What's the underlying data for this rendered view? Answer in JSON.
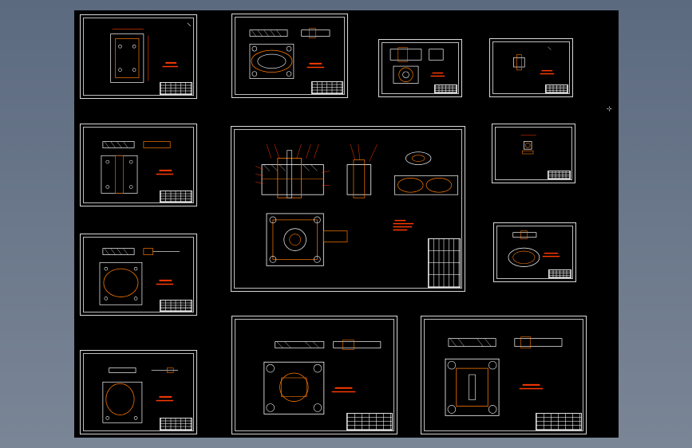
{
  "viewport": {
    "name": "cad-drawing-viewport",
    "background_color": "#000000",
    "outer_background_colors": [
      "#5c6a80",
      "#7a8696"
    ],
    "line_colors": {
      "border": "#d8d8d8",
      "geometry": "#ff7a00",
      "dimension": "#ff3a00",
      "detail": "#ffffff"
    }
  },
  "sheets": [
    {
      "id": "sheet-1",
      "kind": "plate-top-view"
    },
    {
      "id": "sheet-2",
      "kind": "section-and-plan"
    },
    {
      "id": "sheet-3",
      "kind": "small-part"
    },
    {
      "id": "sheet-4",
      "kind": "small-part"
    },
    {
      "id": "sheet-5",
      "kind": "plate-top-view"
    },
    {
      "id": "sheet-6",
      "kind": "assembly"
    },
    {
      "id": "sheet-7",
      "kind": "small-part"
    },
    {
      "id": "sheet-8",
      "kind": "plate-top-view"
    },
    {
      "id": "sheet-9",
      "kind": "ellipse-part"
    },
    {
      "id": "sheet-10",
      "kind": "plate-top-view"
    },
    {
      "id": "sheet-11",
      "kind": "die-plate"
    },
    {
      "id": "sheet-12",
      "kind": "die-plate"
    }
  ],
  "cursor_glyph": "⊹"
}
